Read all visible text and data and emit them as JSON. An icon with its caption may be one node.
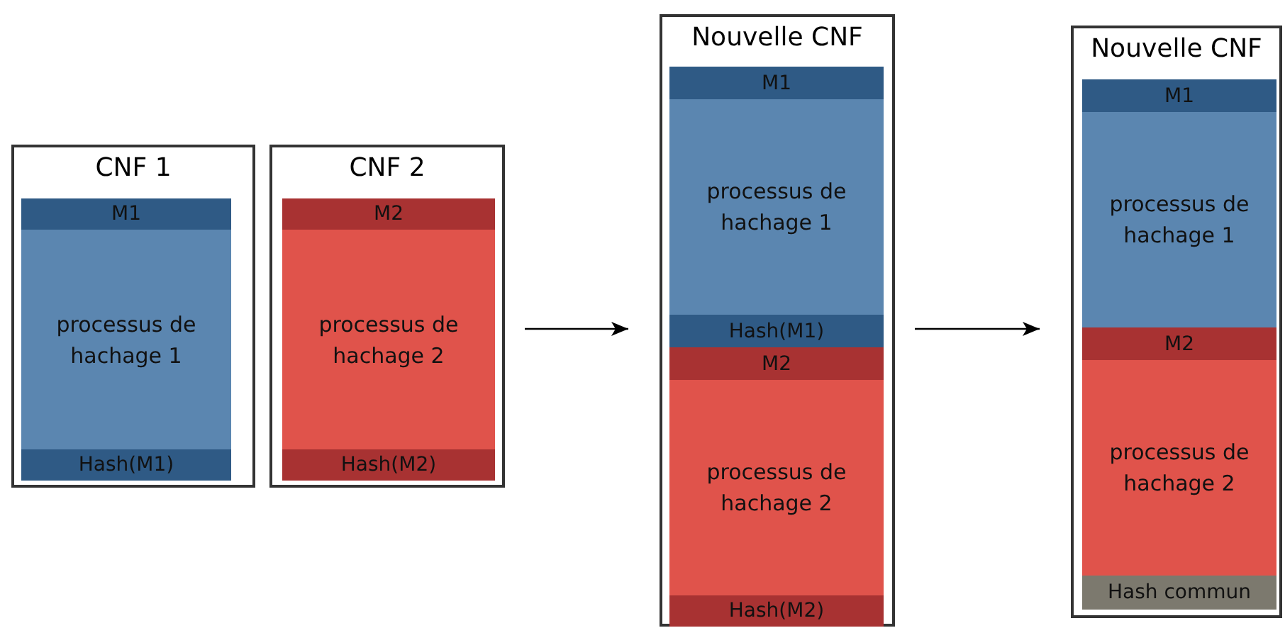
{
  "diagram": {
    "nodes": [
      {
        "text": [
          "CNF 1"
        ]
      },
      {
        "text": [
          "M1"
        ],
        "in": 0
      },
      {
        "text": [
          "processus de hachage 1"
        ],
        "in": 0
      },
      {
        "text": [
          "Hash(M1)"
        ],
        "in": 0
      },
      {
        "text": [
          "CNF 2"
        ]
      },
      {
        "text": [
          "M2"
        ],
        "in": 4
      },
      {
        "text": [
          "processus de hachage 2"
        ],
        "in": 4
      },
      {
        "text": [
          "Hash(M2)"
        ],
        "in": 4
      },
      {
        "text": [
          "Nouvelle CNF"
        ]
      },
      {
        "text": [
          "M1"
        ],
        "in": 8
      },
      {
        "text": [
          "processus de hachage 1"
        ],
        "in": 8
      },
      {
        "text": [
          "Hash(M1)"
        ],
        "in": 8
      },
      {
        "text": [
          "M2"
        ],
        "in": 8
      },
      {
        "text": [
          "processus de hachage 2"
        ],
        "in": 8
      },
      {
        "text": [
          "Hash(M2)"
        ],
        "in": 8
      },
      {
        "text": [
          "Nouvelle CNF"
        ]
      },
      {
        "text": [
          "M1"
        ],
        "in": 15
      },
      {
        "text": [
          "processus de hachage 1"
        ],
        "in": 15
      },
      {
        "text": [
          "M2"
        ],
        "in": 15
      },
      {
        "text": [
          "processus de hachage 2"
        ],
        "in": 15
      },
      {
        "text": [
          "Hash commun"
        ],
        "in": 15
      }
    ],
    "edges": [
      {
        "from": 4,
        "to": 8,
        "arrow": "to"
      },
      {
        "from": 8,
        "to": 15,
        "arrow": "to"
      }
    ]
  }
}
